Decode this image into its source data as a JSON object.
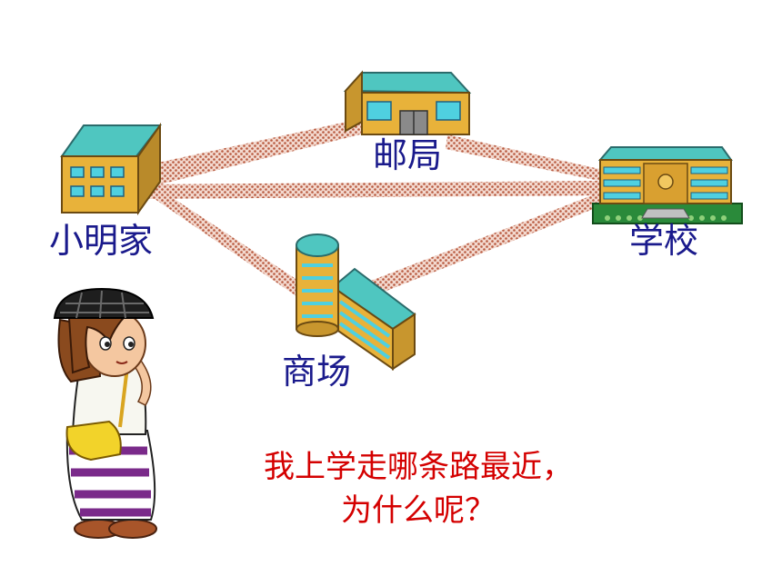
{
  "colors": {
    "text_blue": "#1a1a8c",
    "text_red": "#d40000",
    "road": "#c47a62",
    "roof_teal": "#4fc6c0",
    "wall_yellow": "#e8b23a",
    "window_cyan": "#4fd0e0"
  },
  "places": {
    "home": "小明家",
    "post_office": "邮局",
    "mall": "商场",
    "school": "学校"
  },
  "question": {
    "line1": "我上学走哪条路最近，",
    "line2": "为什么呢？"
  },
  "icons": [
    "house-icon",
    "post-office-icon",
    "mall-icon",
    "school-icon",
    "girl-character"
  ]
}
